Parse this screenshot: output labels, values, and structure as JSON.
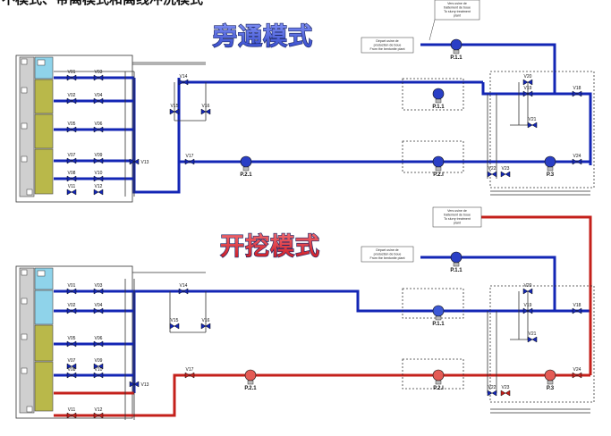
{
  "header_fragment": "不模式、带离模式和离线冲洗模式",
  "colors": {
    "bypass_pipe": "#1326b5",
    "excavation_pipe": "#c4201b",
    "title_fill": "#3d59d6",
    "title_fill_2": "#d8222d",
    "tank": "#b9b84a",
    "water": "#8fd3ea"
  },
  "bypass_mode": {
    "title": "旁通模式",
    "note_left": [
      "Départ usine de",
      "production de boue",
      "From the bentonite plant"
    ],
    "note_right": [
      "Vers usine de",
      "traitement de boue",
      "To slurry treatment",
      "plant"
    ],
    "valves": [
      "V01",
      "V03",
      "V02",
      "V04",
      "V05",
      "V06",
      "V07",
      "V09",
      "V08",
      "V10",
      "V11",
      "V12",
      "V13",
      "V14",
      "V15",
      "V16",
      "V17",
      "V18",
      "V19",
      "V20",
      "V21",
      "V22",
      "V23",
      "V24"
    ],
    "pumps": [
      "P.1.1",
      "P.1.1",
      "P.2.1",
      "P.2.I",
      "P.3"
    ]
  },
  "excavation_mode": {
    "title": "开挖模式",
    "note_left": [
      "Départ usine de",
      "production de boue",
      "From the bentonite plant"
    ],
    "note_right": [
      "Vers usine de",
      "traitement de boue",
      "To slurry treatment",
      "plant"
    ],
    "valves": [
      "V01",
      "V03",
      "V02",
      "V04",
      "V05",
      "V06",
      "V07",
      "V08",
      "V09",
      "V10",
      "V11",
      "V12",
      "V13",
      "V14",
      "V15",
      "V16",
      "V17",
      "V18",
      "V19",
      "V20",
      "V21",
      "V22",
      "V23",
      "V24"
    ],
    "pumps": [
      "P.1.1",
      "P.1.1",
      "P.2.1",
      "P.2.I",
      "P.3"
    ]
  }
}
